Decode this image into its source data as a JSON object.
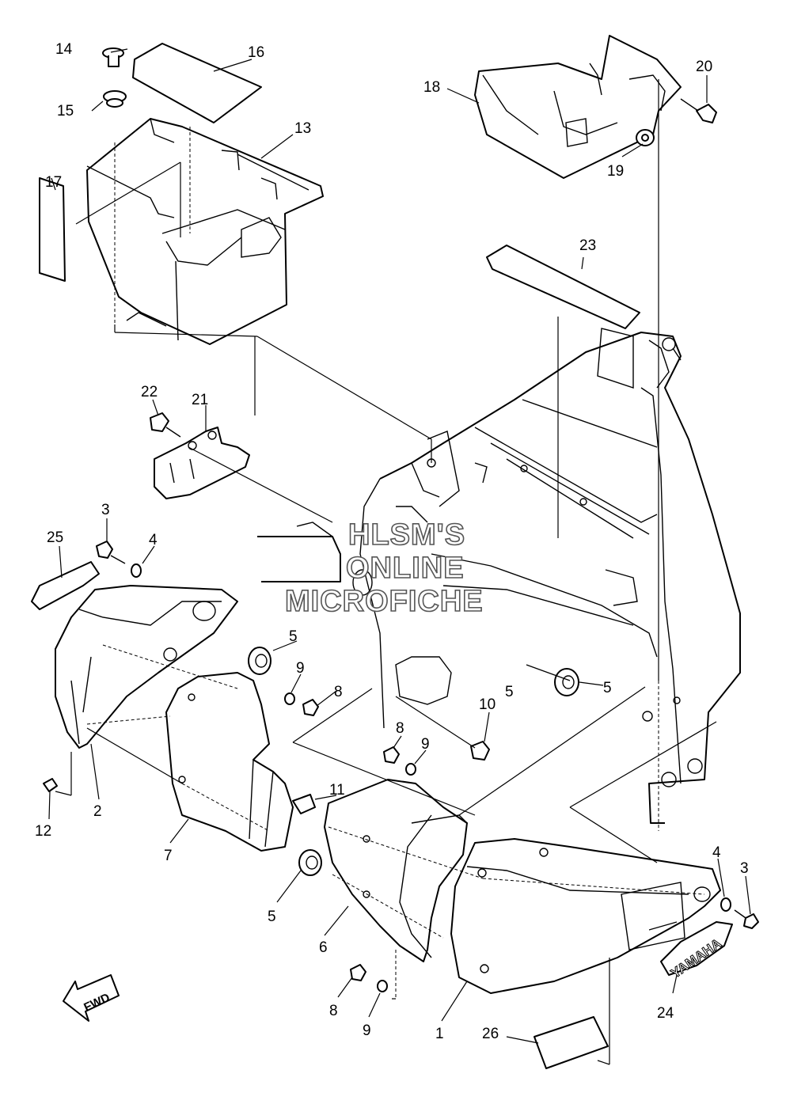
{
  "callouts": [
    "1",
    "2",
    "3",
    "3",
    "4",
    "4",
    "5",
    "5",
    "5",
    "5",
    "6",
    "7",
    "8",
    "8",
    "8",
    "9",
    "9",
    "9",
    "10",
    "11",
    "12",
    "13",
    "14",
    "15",
    "16",
    "17",
    "18",
    "19",
    "20",
    "21",
    "22",
    "23",
    "24",
    "25",
    "26"
  ],
  "watermark": {
    "line1": "HLSM'S",
    "line2": "ONLINE",
    "line3": "MICROFICHE"
  },
  "direction_arrow": {
    "label": "FWD"
  },
  "emblem": {
    "text": "YAMAHA"
  }
}
